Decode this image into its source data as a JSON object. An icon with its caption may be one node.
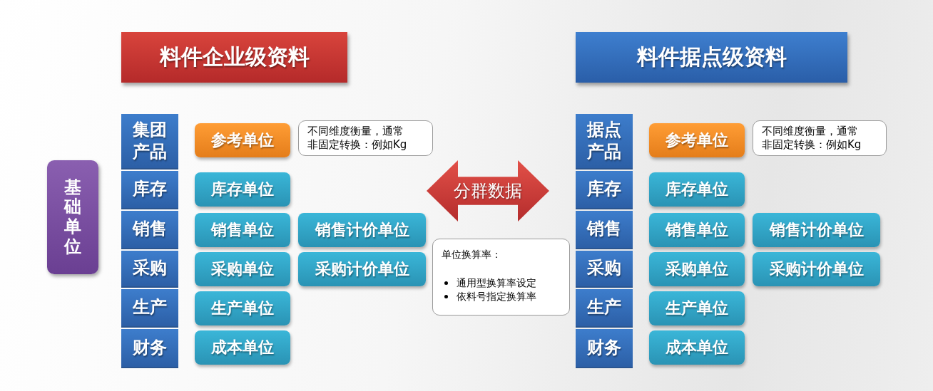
{
  "diagram": {
    "nodes": [
      {
        "text": [
          "料件企业级资料"
        ]
      },
      {
        "text": [
          "料件据点级资料"
        ]
      },
      {
        "text": [
          "基础单位"
        ]
      },
      {
        "text": [
          "集团产品"
        ]
      },
      {
        "text": [
          "参考单位"
        ]
      },
      {
        "text": [
          "不同维度衡量，通常非固定转换：例如Kg"
        ]
      },
      {
        "text": [
          "库存"
        ]
      },
      {
        "text": [
          "库存单位"
        ]
      },
      {
        "text": [
          "销售"
        ]
      },
      {
        "text": [
          "销售单位"
        ]
      },
      {
        "text": [
          "销售计价单位"
        ]
      },
      {
        "text": [
          "采购"
        ]
      },
      {
        "text": [
          "采购单位"
        ]
      },
      {
        "text": [
          "采购计价单位"
        ]
      },
      {
        "text": [
          "生产"
        ]
      },
      {
        "text": [
          "生产单位"
        ]
      },
      {
        "text": [
          "财务"
        ]
      },
      {
        "text": [
          "成本单位"
        ]
      },
      {
        "text": [
          "分群数据"
        ]
      },
      {
        "text": [
          "单位换算率：",
          "通用型换算率设定",
          "依料号指定换算率"
        ]
      },
      {
        "text": [
          "据点产品"
        ]
      },
      {
        "text": [
          "参考单位"
        ]
      },
      {
        "text": [
          "不同维度衡量，通常非固定转换：例如Kg"
        ]
      },
      {
        "text": [
          "库存"
        ]
      },
      {
        "text": [
          "库存单位"
        ]
      },
      {
        "text": [
          "销售"
        ]
      },
      {
        "text": [
          "销售单位"
        ]
      },
      {
        "text": [
          "销售计价单位"
        ]
      },
      {
        "text": [
          "采购"
        ]
      },
      {
        "text": [
          "采购单位"
        ]
      },
      {
        "text": [
          "采购计价单位"
        ]
      },
      {
        "text": [
          "生产"
        ]
      },
      {
        "text": [
          "生产单位"
        ]
      },
      {
        "text": [
          "财务"
        ]
      },
      {
        "text": [
          "成本单位"
        ]
      }
    ]
  }
}
